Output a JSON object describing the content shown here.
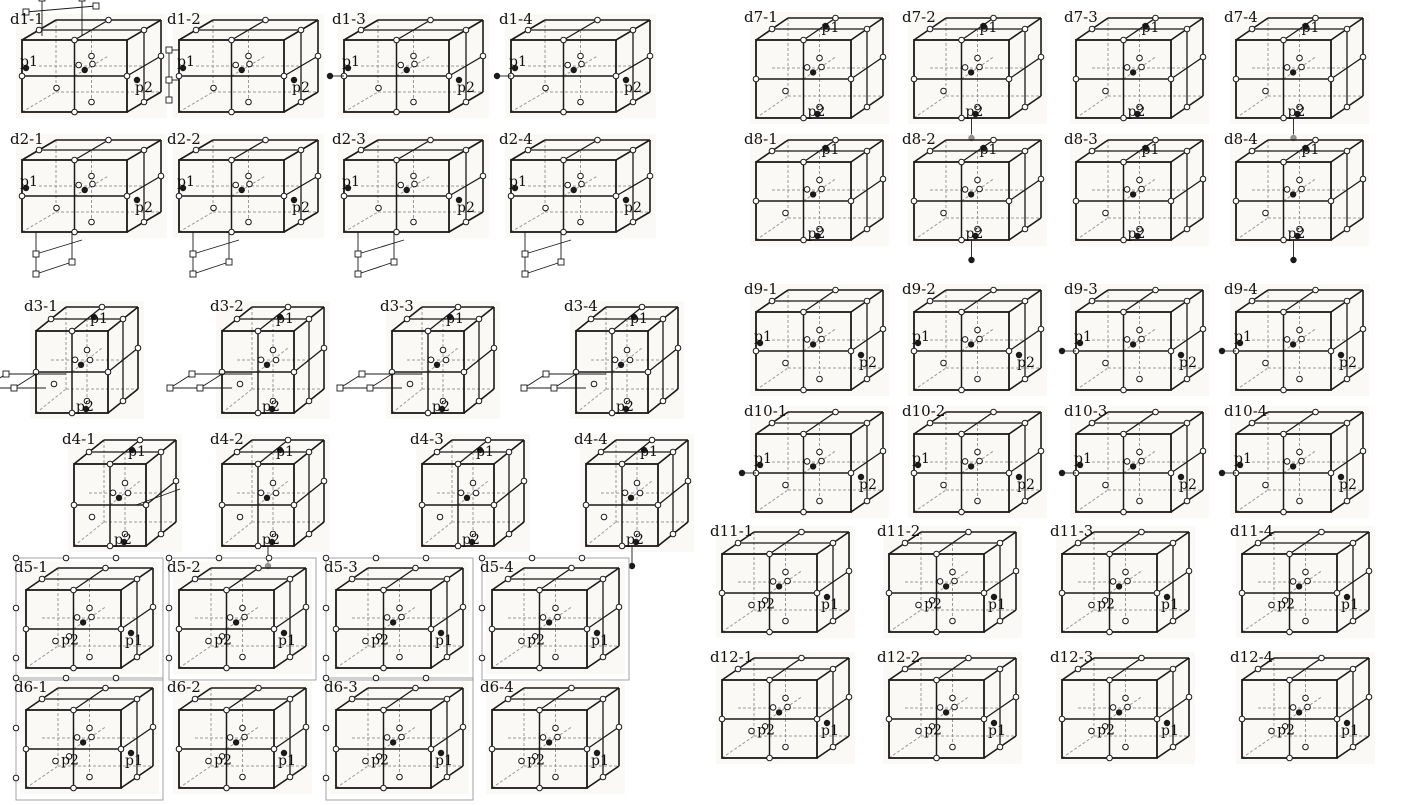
{
  "page": {
    "background": "#ffffff",
    "ink": "#1a1a1a",
    "faint_ink": "#9a9a9a",
    "tint": "#f7f4ec",
    "title": ""
  },
  "point_labels": {
    "first": "p1",
    "second": "p2"
  },
  "groups": [
    {
      "id": "d1",
      "style": "wide-ext",
      "items": [
        {
          "label": "d1-1",
          "p1": "left",
          "p2": "right",
          "ext": "top-grid"
        },
        {
          "label": "d1-2",
          "p1": "left",
          "p2": "right",
          "ext": "left-grid"
        },
        {
          "label": "d1-3",
          "p1": "left",
          "p2": "right",
          "ext": "left-dot"
        },
        {
          "label": "d1-4",
          "p1": "left",
          "p2": "right",
          "ext": "left-dot"
        }
      ]
    },
    {
      "id": "d2",
      "style": "wide-ext",
      "items": [
        {
          "label": "d2-1",
          "p1": "left",
          "p2": "right",
          "ext": "bottom-grid"
        },
        {
          "label": "d2-2",
          "p1": "left",
          "p2": "right",
          "ext": "bottom-grid"
        },
        {
          "label": "d2-3",
          "p1": "left",
          "p2": "right",
          "ext": "bottom-grid"
        },
        {
          "label": "d2-4",
          "p1": "left",
          "p2": "right",
          "ext": "bottom-grid"
        }
      ]
    },
    {
      "id": "d3",
      "style": "tall",
      "items": [
        {
          "label": "d3-1",
          "p1": "top",
          "p2": "bottom",
          "ext": "left-plane"
        },
        {
          "label": "d3-2",
          "p1": "top",
          "p2": "bottom",
          "ext": "left-plane"
        },
        {
          "label": "d3-3",
          "p1": "top",
          "p2": "bottom",
          "ext": "left-plane"
        },
        {
          "label": "d3-4",
          "p1": "top",
          "p2": "bottom",
          "ext": "left-plane"
        }
      ]
    },
    {
      "id": "d4",
      "style": "tall",
      "items": [
        {
          "label": "d4-1",
          "p1": "top",
          "p2": "bottom",
          "ext": "right-line"
        },
        {
          "label": "d4-2",
          "p1": "top",
          "p2": "bottom",
          "ext": "bottom-dot"
        },
        {
          "label": "d4-3",
          "p1": "top",
          "p2": "bottom",
          "ext": "none"
        },
        {
          "label": "d4-4",
          "p1": "top",
          "p2": "bottom",
          "ext": "bottom-dot"
        }
      ]
    },
    {
      "id": "d5",
      "style": "wide",
      "items": [
        {
          "label": "d5-1",
          "p1": "right",
          "p2": "center",
          "ext": "frame"
        },
        {
          "label": "d5-2",
          "p1": "right",
          "p2": "center",
          "ext": "frame"
        },
        {
          "label": "d5-3",
          "p1": "right",
          "p2": "center",
          "ext": "frame"
        },
        {
          "label": "d5-4",
          "p1": "right",
          "p2": "center",
          "ext": "frame"
        }
      ]
    },
    {
      "id": "d6",
      "style": "wide",
      "items": [
        {
          "label": "d6-1",
          "p1": "right",
          "p2": "center",
          "ext": "frame"
        },
        {
          "label": "d6-2",
          "p1": "right",
          "p2": "center",
          "ext": "none"
        },
        {
          "label": "d6-3",
          "p1": "right",
          "p2": "center",
          "ext": "frame"
        },
        {
          "label": "d6-4",
          "p1": "right",
          "p2": "center",
          "ext": "none"
        }
      ]
    },
    {
      "id": "d7",
      "style": "wide",
      "items": [
        {
          "label": "d7-1",
          "p1": "top",
          "p2": "bottom",
          "ext": "none"
        },
        {
          "label": "d7-2",
          "p1": "top",
          "p2": "bottom",
          "ext": "bottom-dot"
        },
        {
          "label": "d7-3",
          "p1": "top",
          "p2": "bottom",
          "ext": "none"
        },
        {
          "label": "d7-4",
          "p1": "top",
          "p2": "bottom",
          "ext": "bottom-dot"
        }
      ]
    },
    {
      "id": "d8",
      "style": "wide",
      "items": [
        {
          "label": "d8-1",
          "p1": "top",
          "p2": "bottom",
          "ext": "none"
        },
        {
          "label": "d8-2",
          "p1": "top",
          "p2": "bottom",
          "ext": "bottom-dot"
        },
        {
          "label": "d8-3",
          "p1": "top",
          "p2": "bottom",
          "ext": "none"
        },
        {
          "label": "d8-4",
          "p1": "top",
          "p2": "bottom",
          "ext": "bottom-dot"
        }
      ]
    },
    {
      "id": "d9",
      "style": "wide",
      "items": [
        {
          "label": "d9-1",
          "p1": "left",
          "p2": "right",
          "ext": "none"
        },
        {
          "label": "d9-2",
          "p1": "left",
          "p2": "right",
          "ext": "none"
        },
        {
          "label": "d9-3",
          "p1": "left",
          "p2": "right",
          "ext": "left-dot"
        },
        {
          "label": "d9-4",
          "p1": "left",
          "p2": "right",
          "ext": "left-dot"
        }
      ]
    },
    {
      "id": "d10",
      "style": "wide",
      "items": [
        {
          "label": "d10-1",
          "p1": "left",
          "p2": "right",
          "ext": "left-dot"
        },
        {
          "label": "d10-2",
          "p1": "left",
          "p2": "right",
          "ext": "none"
        },
        {
          "label": "d10-3",
          "p1": "left",
          "p2": "right",
          "ext": "left-dot"
        },
        {
          "label": "d10-4",
          "p1": "left",
          "p2": "right",
          "ext": "left-dot"
        }
      ]
    },
    {
      "id": "d11",
      "style": "wide",
      "items": [
        {
          "label": "d11-1",
          "p1": "right",
          "p2": "center",
          "ext": "none"
        },
        {
          "label": "d11-2",
          "p1": "right",
          "p2": "center",
          "ext": "none"
        },
        {
          "label": "d11-3",
          "p1": "right",
          "p2": "center",
          "ext": "none"
        },
        {
          "label": "d11-4",
          "p1": "right",
          "p2": "center",
          "ext": "none"
        }
      ]
    },
    {
      "id": "d12",
      "style": "wide",
      "items": [
        {
          "label": "d12-1",
          "p1": "right",
          "p2": "center",
          "ext": "none"
        },
        {
          "label": "d12-2",
          "p1": "right",
          "p2": "center",
          "ext": "none"
        },
        {
          "label": "d12-3",
          "p1": "right",
          "p2": "center",
          "ext": "none"
        },
        {
          "label": "d12-4",
          "p1": "right",
          "p2": "center",
          "ext": "none"
        }
      ]
    }
  ]
}
